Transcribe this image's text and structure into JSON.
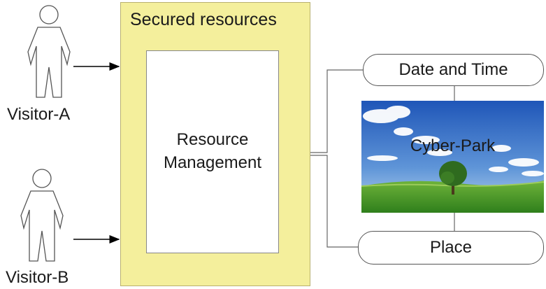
{
  "visitors": [
    {
      "label": "Visitor-A"
    },
    {
      "label": "Visitor-B"
    }
  ],
  "secured": {
    "title": "Secured resources",
    "inner_label_line1": "Resource",
    "inner_label_line2": "Management"
  },
  "date_time": {
    "label": "Date and Time"
  },
  "place": {
    "label": "Place"
  },
  "park": {
    "label": "Cyber-Park"
  },
  "colors": {
    "secured_fill": "#f4ef9c",
    "line": "#555555"
  }
}
